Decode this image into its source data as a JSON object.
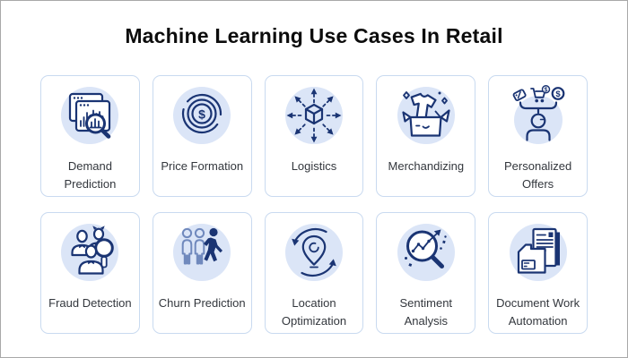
{
  "title": "Machine Learning Use Cases In Retail",
  "colors": {
    "accent_navy": "#1a3473",
    "icon_circle_bg": "#dbe5f7",
    "card_border": "#c9daf0",
    "card_bg": "#ffffff",
    "canvas_bg": "#ffffff",
    "canvas_border": "#a8a8a8",
    "title_text": "#0c0c0c",
    "label_text": "#33373d",
    "churn_outline_blue": "#7089bd"
  },
  "cards": [
    {
      "id": "demand-prediction",
      "icon": "demand-prediction-icon",
      "label": "Demand Prediction"
    },
    {
      "id": "price-formation",
      "icon": "price-formation-icon",
      "label": "Price Formation"
    },
    {
      "id": "logistics",
      "icon": "logistics-icon",
      "label": "Logistics"
    },
    {
      "id": "merchandizing",
      "icon": "merchandizing-icon",
      "label": "Merchandizing"
    },
    {
      "id": "personalized-offers",
      "icon": "personalized-offers-icon",
      "label": "Personalized Offers"
    },
    {
      "id": "fraud-detection",
      "icon": "fraud-detection-icon",
      "label": "Fraud Detection"
    },
    {
      "id": "churn-prediction",
      "icon": "churn-prediction-icon",
      "label": "Churn Prediction"
    },
    {
      "id": "location-optimization",
      "icon": "location-optimization-icon",
      "label": "Location Optimization"
    },
    {
      "id": "sentiment-analysis",
      "icon": "sentiment-analysis-icon",
      "label": "Sentiment Analysis"
    },
    {
      "id": "document-work-automation",
      "icon": "document-work-automation-icon",
      "label": "Document Work Automation"
    }
  ]
}
